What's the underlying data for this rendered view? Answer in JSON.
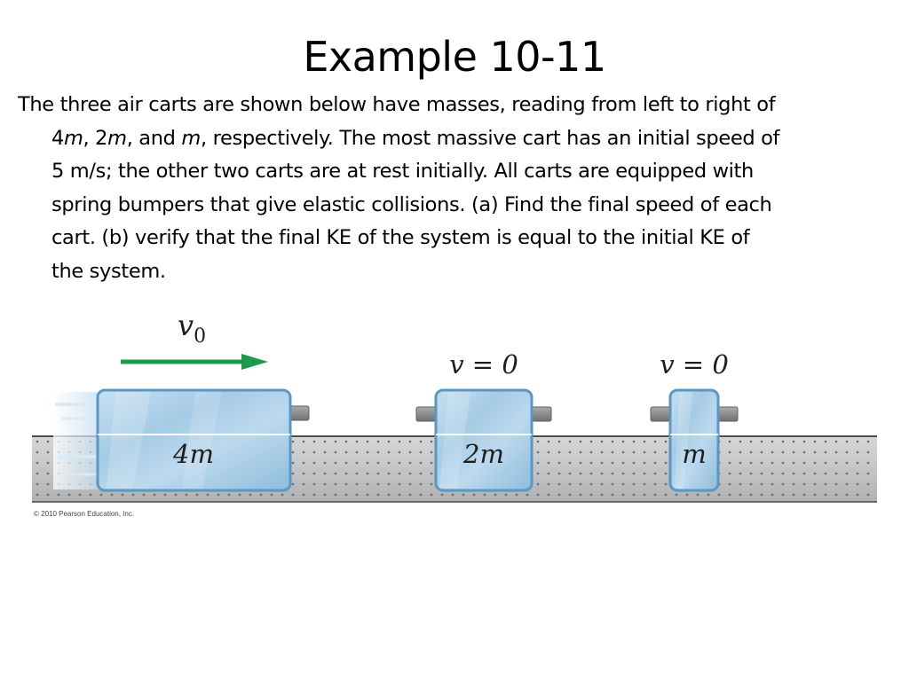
{
  "slide": {
    "title": "Example 10-11"
  },
  "problem": {
    "line1": "The three air carts are shown below have masses, reading from left to right of",
    "line2_a": "4",
    "line2_m1": "m",
    "line2_b": ", 2",
    "line2_m2": "m",
    "line2_c": ", and ",
    "line2_m3": "m",
    "line2_d": ", respectively. The most massive cart has an initial speed of",
    "line3": "5 m/s; the other two carts are at rest initially. All carts are equipped with",
    "line4": "spring bumpers that give elastic collisions. (a) Find the final speed of each",
    "line5": "cart. (b) verify that the final KE of the system is equal to the initial KE of",
    "line6": "the system."
  },
  "figure": {
    "velocity_label_v": "v",
    "velocity_label_sub": "0",
    "cart1_label": "4m",
    "cart2_label": "2m",
    "cart3_label": "m",
    "cart2_speed": "v = 0",
    "cart3_speed": "v = 0",
    "copyright": "© 2010 Pearson Education, Inc.",
    "colors": {
      "arrow": "#1a9a4a",
      "cart_fill": "#a9cde6",
      "cart_stroke": "#5c97c4",
      "track": "#bcbec0",
      "bumper": "#8a8c8e"
    }
  }
}
